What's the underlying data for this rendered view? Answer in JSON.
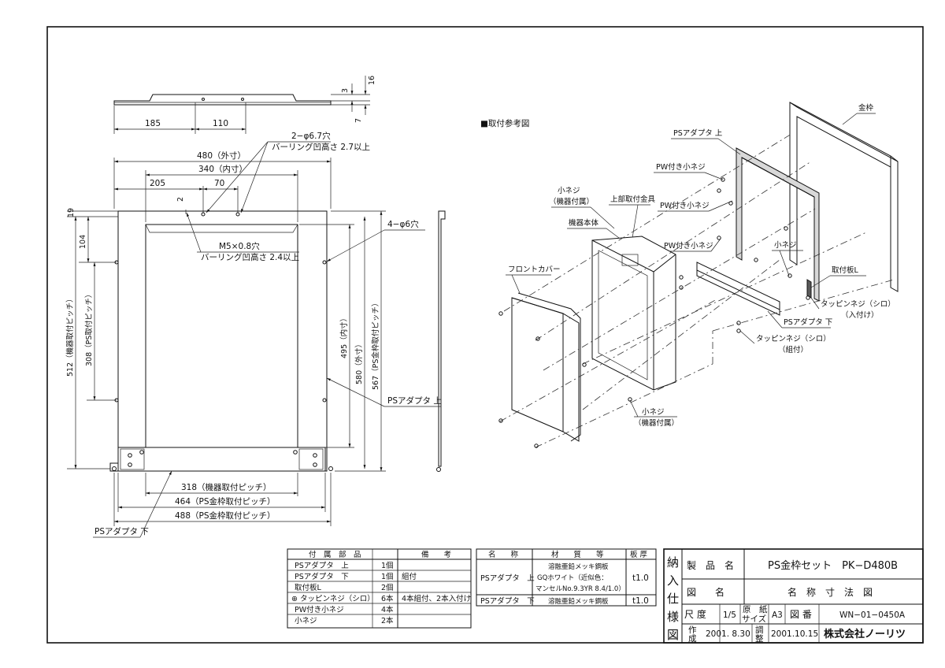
{
  "top_view": {
    "d185": "185",
    "d110": "110",
    "d16": "16",
    "d3": "3",
    "d7": "7"
  },
  "front_view": {
    "hole_2": "2−φ6.7穴",
    "burring_27": "バーリング凹高さ 2.7以上",
    "d480": "480（外寸）",
    "d340": "340（内寸）",
    "d205": "205",
    "d70": "70",
    "d2": "2",
    "d19": "19",
    "d104": "104",
    "m5": "M5×0.8穴",
    "burring_24": "バーリング凹高さ 2.4以上",
    "hole_4": "4−φ6穴",
    "d512": "512（機器取付ピッチ）",
    "d308": "308（PS取付ピッチ）",
    "d495": "495（内寸）",
    "d580": "580（外寸）",
    "d567": "567（PS金枠取付ピッチ）",
    "ps_top": "PSアダプタ 上",
    "ps_bottom": "PSアダプタ 下",
    "d318": "318（機器取付ピッチ）",
    "d464": "464（PS金枠取付ピッチ）",
    "d488": "488（PS金枠取付ピッチ）"
  },
  "ref": {
    "title": "■取付参考図",
    "kanawaku": "金枠",
    "ps_top": "PSアダプタ 上",
    "pw1": "PW付き小ネジ",
    "pw2": "PW付き小ネジ",
    "pw3": "PW付き小ネジ",
    "koneji_attached": "小ネジ",
    "kiki_fuzoku": "（機器付属）",
    "upper_bracket": "上部取付金具",
    "body": "機器本体",
    "front_cover": "フロントカバー",
    "koneji_right": "小ネジ",
    "plate_l": "取付板L",
    "tapping_in": "タッピンネジ（シロ）",
    "tapping_in_sub": "（入付け）",
    "ps_bottom": "PSアダプタ 下",
    "tapping_kumi": "タッピンネジ（シロ）",
    "tapping_kumi_sub": "（組付）",
    "koneji_bottom": "小ネジ",
    "kiki_fuzoku2": "（機器付属）"
  },
  "parts_table": {
    "header": {
      "name": "付　属　部　品",
      "note": "備　　考"
    },
    "rows": [
      {
        "name": "PSアダプタ　上",
        "qty": "1個",
        "note": ""
      },
      {
        "name": "PSアダプタ　下",
        "qty": "1個",
        "note": "組付"
      },
      {
        "name": "取付板L",
        "qty": "2個",
        "note": ""
      },
      {
        "name": "⊕ タッピンネジ（シロ）",
        "qty": "6本",
        "note": "4本組付、2本入付け"
      },
      {
        "name": "PW付き小ネジ",
        "qty": "4本",
        "note": ""
      },
      {
        "name": "小ネジ",
        "qty": "2本",
        "note": ""
      }
    ]
  },
  "material_table": {
    "header": {
      "name": "名　　称",
      "material": "材　　質　　等",
      "thick": "板 厚"
    },
    "row1": {
      "name": "PSアダプタ　上",
      "m1": "溶融亜鉛メッキ鋼板",
      "m2": "GQホワイト（近似色：",
      "m3": "マンセルNo.9.3YR 8.4/1.0）",
      "thick": "t1.0"
    },
    "row2": {
      "name": "PSアダプタ　下",
      "m1": "溶融亜鉛メッキ鋼板",
      "thick": "t1.0"
    }
  },
  "title_block": {
    "side": [
      "納",
      "入",
      "仕",
      "様",
      "図"
    ],
    "product_label": "製　品　名",
    "product_value": "PS金枠セット　PK−D480B",
    "drawing_label": "図　　名",
    "drawing_value": "名　称　寸　法　図",
    "scale_label": "尺 度",
    "scale_value": "1/5",
    "paper_label1": "原　紙",
    "paper_label2": "サイズ",
    "paper_value": "A3",
    "number_label": "図 番",
    "number_value": "WN−01−0450A",
    "made_label1": "作",
    "made_label2": "成",
    "made_value": "2001. 8.30",
    "adj_label1": "調",
    "adj_label2": "整",
    "adj_value": "2001.10.15",
    "company": "株式会社ノーリツ"
  }
}
